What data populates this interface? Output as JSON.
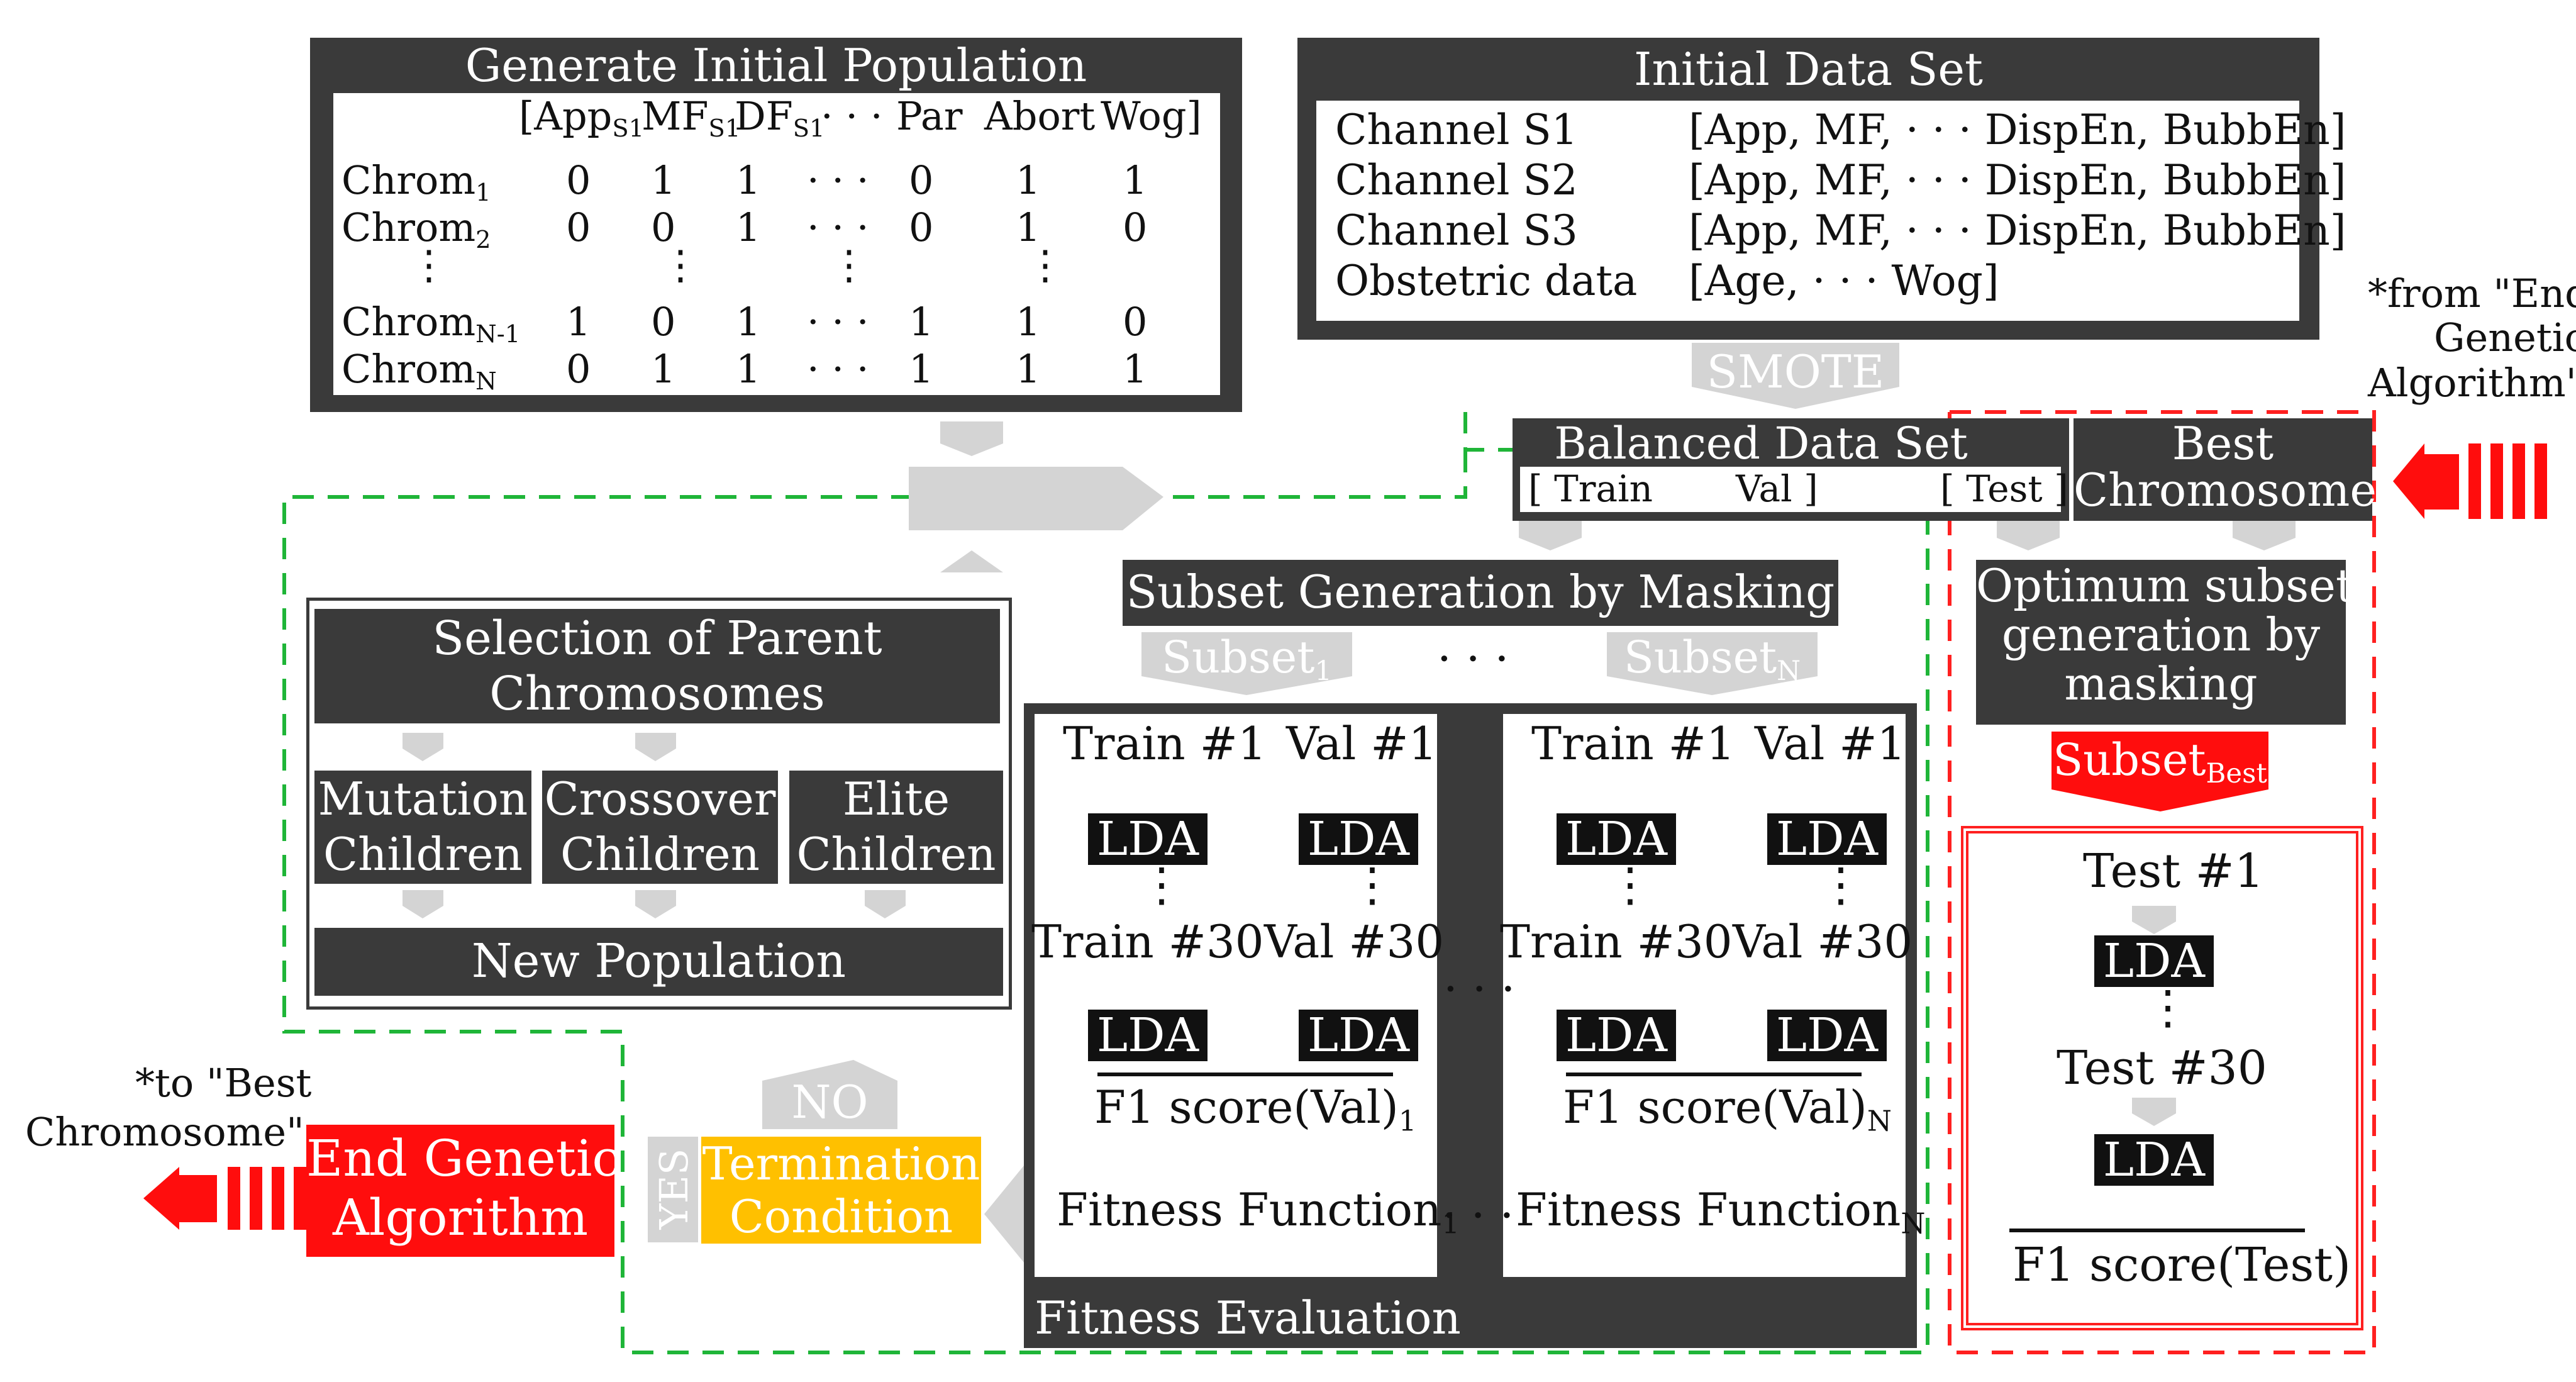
{
  "colors": {
    "dark": "#3a3a3a",
    "light_grey": "#d4d4d4",
    "red": "#ff0d0d",
    "yellow": "#ffc000",
    "green_dash": "#1fb538",
    "red_dash": "#ff2020"
  },
  "population": {
    "title": "Generate Initial Population",
    "header_open": "[App",
    "header_app_sub": "S1",
    "header_mf": "MF",
    "header_mf_sub": "S1",
    "header_df": "DF",
    "header_df_sub": "S1",
    "header_dots": "· · ·",
    "header_par": "Par",
    "header_abort": "Abort",
    "header_wog": "Wog]",
    "vdots": "⋮",
    "rows": [
      {
        "label": "Chrom",
        "sub": "1",
        "values": [
          "0",
          "1",
          "1",
          "· · ·",
          "0",
          "1",
          "1"
        ]
      },
      {
        "label": "Chrom",
        "sub": "2",
        "values": [
          "0",
          "0",
          "1",
          "· · ·",
          "0",
          "1",
          "0"
        ]
      },
      {
        "label": "Chrom",
        "sub": "N-1",
        "values": [
          "1",
          "0",
          "1",
          "· · ·",
          "1",
          "1",
          "0"
        ]
      },
      {
        "label": "Chrom",
        "sub": "N",
        "values": [
          "0",
          "1",
          "1",
          "· · ·",
          "1",
          "1",
          "1"
        ]
      }
    ]
  },
  "initial_data": {
    "title": "Initial Data Set",
    "rows": [
      {
        "name": "Channel S1",
        "value": "[App, MF, · · · DispEn, BubbEn]"
      },
      {
        "name": "Channel S2",
        "value": "[App, MF, · · · DispEn, BubbEn]"
      },
      {
        "name": "Channel S3",
        "value": "[App, MF, · · · DispEn, BubbEn]"
      },
      {
        "name": "Obstetric data",
        "value": "[Age, · · · Wog]"
      }
    ]
  },
  "smote": "SMOTE",
  "from_note": [
    "*from \"End",
    "Genetic",
    "Algorithm\""
  ],
  "to_note": [
    "*to \"Best",
    "Chromosome\""
  ],
  "balanced": {
    "title": "Balanced Data Set",
    "train": "[ Train",
    "val": "Val ]",
    "test": "[ Test ]"
  },
  "best_chromosome": [
    "Best",
    "Chromosome"
  ],
  "subset_gen": "Subset Generation by Masking",
  "subset_1": "Subset",
  "subset_1_sub": "1",
  "subset_n": "Subset",
  "subset_n_sub": "N",
  "ellipsis": "· · ·",
  "optimum": [
    "Optimum subset",
    "generation by",
    "masking"
  ],
  "subset_best": "Subset",
  "subset_best_sub": "Best",
  "selection": {
    "title": [
      "Selection of Parent",
      "Chromosomes"
    ],
    "mutation": [
      "Mutation",
      "Children"
    ],
    "crossover": [
      "Crossover",
      "Children"
    ],
    "elite": [
      "Elite",
      "Children"
    ],
    "new_population": "New Population"
  },
  "eval": {
    "train1": "Train #1",
    "val1": "Val #1",
    "train30": "Train #30",
    "val30": "Val #30",
    "lda": "LDA",
    "f1": "F1 score(Val)",
    "f1_sub_1": "1",
    "f1_sub_n": "N",
    "fitness": "Fitness Function",
    "fitness_sub_1": "1",
    "fitness_sub_n": "N",
    "section_label": "Fitness Evaluation"
  },
  "test_box": {
    "test1": "Test #1",
    "test30": "Test #30",
    "lda": "LDA",
    "f1": "F1 score(Test)"
  },
  "termination": [
    "Termination",
    "Condition"
  ],
  "no": "NO",
  "yes": "YES",
  "end_ga": [
    "End Genetic",
    "Algorithm"
  ]
}
